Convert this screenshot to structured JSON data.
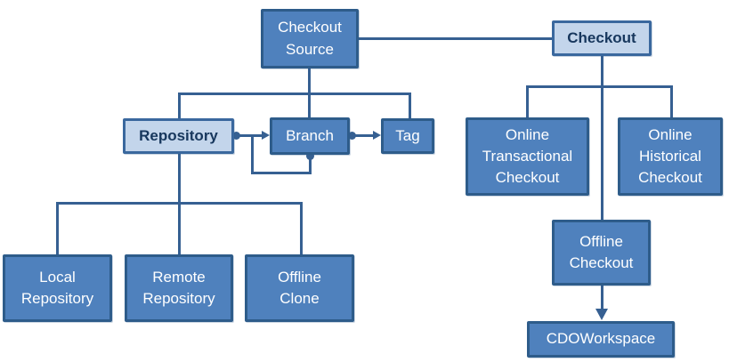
{
  "colors": {
    "node_fill": "#4f81bd",
    "node_border": "#2e5c8a",
    "light_fill": "#c3d5eb",
    "light_border": "#3a689e",
    "line": "#366092",
    "dark_text": "#17375d",
    "white_text": "#ffffff",
    "bg": "#ffffff"
  },
  "nodes": {
    "checkout_source": {
      "label": "Checkout\nSource",
      "style": "primary"
    },
    "checkout": {
      "label": "Checkout",
      "style": "light"
    },
    "repository": {
      "label": "Repository",
      "style": "light"
    },
    "branch": {
      "label": "Branch",
      "style": "primary"
    },
    "tag": {
      "label": "Tag",
      "style": "primary"
    },
    "online_transactional_checkout": {
      "label": "Online\nTransactional\nCheckout",
      "style": "primary"
    },
    "online_historical_checkout": {
      "label": "Online\nHistorical\nCheckout",
      "style": "primary"
    },
    "offline_checkout": {
      "label": "Offline\nCheckout",
      "style": "primary"
    },
    "cdoworkspace": {
      "label": "CDOWorkspace",
      "style": "primary"
    },
    "local_repository": {
      "label": "Local\nRepository",
      "style": "primary"
    },
    "remote_repository": {
      "label": "Remote\nRepository",
      "style": "primary"
    },
    "offline_clone": {
      "label": "Offline\nClone",
      "style": "primary"
    }
  },
  "edges": [
    {
      "from": "checkout_source",
      "to": "checkout",
      "type": "line"
    },
    {
      "from": "checkout_source",
      "to": "repository",
      "type": "tree"
    },
    {
      "from": "checkout_source",
      "to": "branch",
      "type": "tree"
    },
    {
      "from": "checkout_source",
      "to": "tag",
      "type": "tree"
    },
    {
      "from": "repository",
      "to": "branch",
      "type": "dot-arrow"
    },
    {
      "from": "branch",
      "to": "branch",
      "type": "self-loop-dot-arrow"
    },
    {
      "from": "branch",
      "to": "tag",
      "type": "dot-arrow"
    },
    {
      "from": "repository",
      "to": "local_repository",
      "type": "tree"
    },
    {
      "from": "repository",
      "to": "remote_repository",
      "type": "tree"
    },
    {
      "from": "repository",
      "to": "offline_clone",
      "type": "tree"
    },
    {
      "from": "checkout",
      "to": "online_transactional_checkout",
      "type": "tree"
    },
    {
      "from": "checkout",
      "to": "online_historical_checkout",
      "type": "tree"
    },
    {
      "from": "checkout",
      "to": "offline_checkout",
      "type": "tree"
    },
    {
      "from": "offline_checkout",
      "to": "cdoworkspace",
      "type": "arrow"
    }
  ]
}
